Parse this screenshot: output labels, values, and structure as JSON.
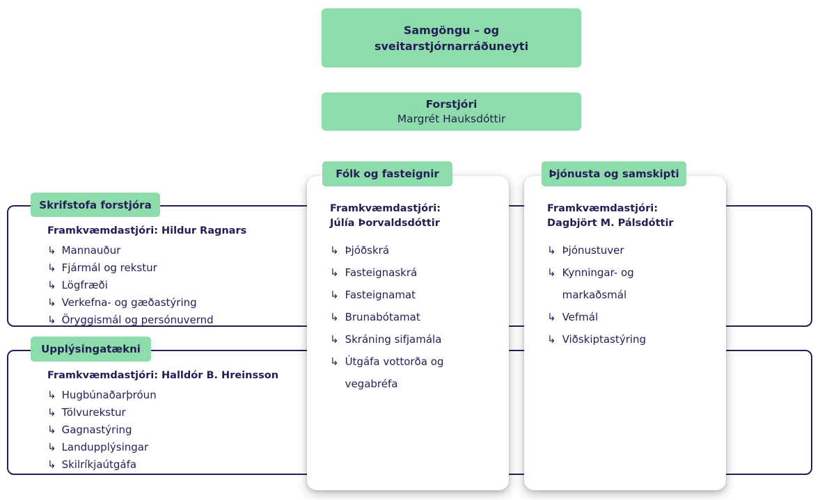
{
  "colors": {
    "green": "#8edcab",
    "navy": "#231f56"
  },
  "icons": {
    "branch_arrow": "↳"
  },
  "ministry_box": {
    "line1": "Samgöngu – og",
    "line2": "sveitarstjórnarráðuneyti"
  },
  "director_box": {
    "title": "Forstjóri",
    "name": "Margrét Hauksdóttir"
  },
  "wide_sections": [
    {
      "label": "Skrifstofa forstjóra",
      "manager": "Framkvæmdastjóri: Hildur Ragnars",
      "items": [
        "Mannauður",
        "Fjármál og rekstur",
        "Lögfræði",
        "Verkefna- og gæðastýring",
        "Öryggismál og persónuvernd"
      ]
    },
    {
      "label": "Upplýsingatækni",
      "manager": "Framkvæmdastjóri: Halldór B. Hreinsson",
      "items": [
        "Hugbúnaðarþróun",
        "Tölvurekstur",
        "Gagnastýring",
        "Landupplýsingar",
        "Skilríkjaútgáfa"
      ]
    }
  ],
  "cards": [
    {
      "label": "Fólk og fasteignir",
      "manager_label": "Framkvæmdastjóri:",
      "manager_name": "Júlía Þorvaldsdóttir",
      "items": [
        "Þjóðskrá",
        "Fasteignaskrá",
        "Fasteignamat",
        "Brunabótamat",
        "Skráning sifjamála",
        "Útgáfa vottorða og\nvegabréfa"
      ]
    },
    {
      "label": "Þjónusta og samskipti",
      "manager_label": "Framkvæmdastjóri:",
      "manager_name": "Dagbjört M. Pálsdóttir",
      "items": [
        "Þjónustuver",
        "Kynningar- og\nmarkaðsmál",
        "Vefmál",
        "Viðskiptastýring"
      ]
    }
  ]
}
